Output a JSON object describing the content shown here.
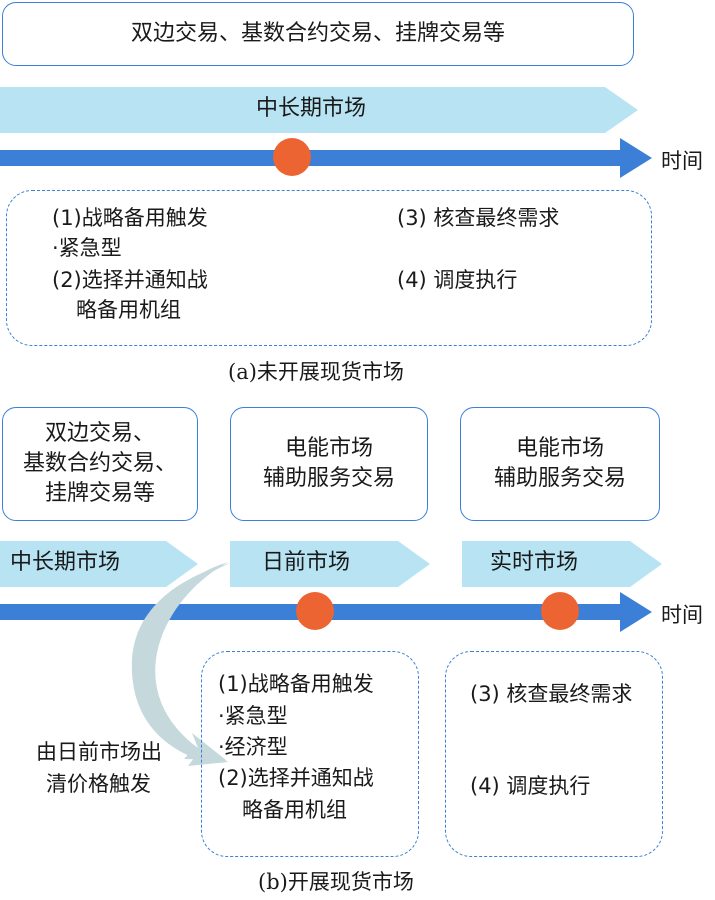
{
  "panel_a": {
    "trading_box": "双边交易、基数合约交易、挂牌交易等",
    "market_label": "中长期市场",
    "time_label": "时间",
    "steps_left": [
      "(1)战略备用触发",
      "·紧急型",
      "(2)选择并通知战",
      "略备用机组"
    ],
    "steps_right": [
      "(3) 核查最终需求",
      "(4) 调度执行"
    ],
    "caption": "(a)未开展现货市场"
  },
  "panel_b": {
    "boxes": [
      [
        "双边交易、",
        "基数合约交易、",
        "挂牌交易等"
      ],
      [
        "电能市场",
        "辅助服务交易"
      ],
      [
        "电能市场",
        "辅助服务交易"
      ]
    ],
    "markets": [
      "中长期市场",
      "日前市场",
      "实时市场"
    ],
    "time_label": "时间",
    "trigger_note": [
      "由日前市场出",
      "清价格触发"
    ],
    "steps_left": [
      "(1)战略备用触发",
      "·紧急型",
      "·经济型",
      "(2)选择并通知战",
      "略备用机组"
    ],
    "steps_right": [
      "(3) 核查最终需求",
      "(4) 调度执行"
    ],
    "caption": "(b)开展现货市场"
  },
  "colors": {
    "arrow": "#3b7fd6",
    "chevron": "#b7e3f3",
    "dot": "#ec6431",
    "curve": "#c5d9dc"
  }
}
